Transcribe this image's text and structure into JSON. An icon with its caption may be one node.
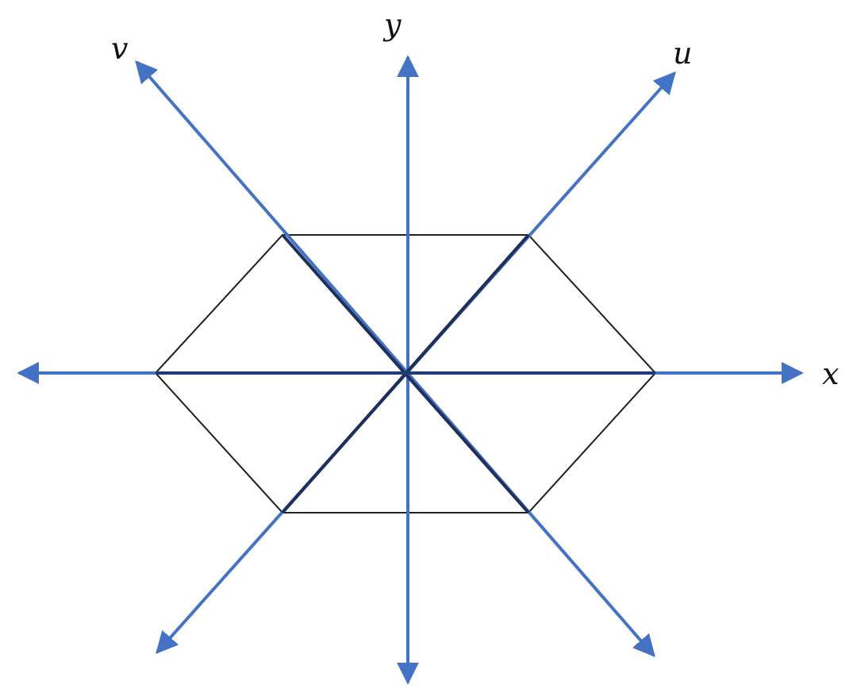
{
  "diagram": {
    "labels": [
      "y",
      "v",
      "u",
      "x"
    ]
  }
}
